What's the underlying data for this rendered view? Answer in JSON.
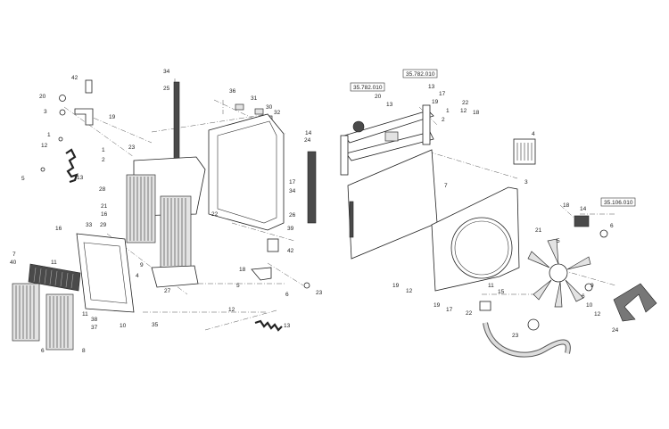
{
  "refs": {
    "r1": "35.782.010",
    "r2": "35.782.010",
    "r3": "35.106.010"
  },
  "labels": {
    "l34": "34",
    "l25": "25",
    "l42": "42",
    "l20": "20",
    "l3a": "3",
    "l19a": "19",
    "l1a": "1",
    "l12a": "12",
    "l36": "36",
    "l31": "31",
    "l30": "30",
    "l32": "32",
    "l1b": "1",
    "l2a": "2",
    "l23a": "23",
    "l14": "14",
    "l24a": "24",
    "l13a": "13",
    "l5a": "5",
    "l28": "28",
    "l17a": "17",
    "l34b": "34",
    "l21a": "21",
    "l16a": "16",
    "l16b": "16",
    "l22a": "22",
    "l33": "33",
    "l29": "29",
    "l26": "26",
    "l39": "39",
    "l42b": "42",
    "l7a": "7",
    "l40": "40",
    "l11a": "11",
    "l9a": "9",
    "l4a": "4",
    "l27": "27",
    "l18a": "18",
    "l5b": "5",
    "l6a": "6",
    "l23b": "23",
    "l11b": "11",
    "l38": "38",
    "l37": "37",
    "l10a": "10",
    "l35": "35",
    "l12b": "12",
    "l13b": "13",
    "l6b": "6",
    "l8": "8",
    "l20b": "20",
    "l13c": "13",
    "l17b": "17",
    "l19b": "19",
    "l22b": "22",
    "l1c": "1",
    "l2b": "2",
    "l12c": "12",
    "l18b": "18",
    "l4b": "4",
    "l7b": "7",
    "l3b": "3",
    "l18c": "18",
    "l14b": "14",
    "l6c": "6",
    "l21b": "21",
    "l5c": "5",
    "l19c": "19",
    "l12d": "12",
    "l11c": "11",
    "l15": "15",
    "l19d": "19",
    "l22c": "22",
    "l9b": "9",
    "l6d": "6",
    "l10b": "10",
    "l12e": "12",
    "l24b": "24",
    "l23c": "23",
    "l13d": "13",
    "l17c": "17"
  }
}
